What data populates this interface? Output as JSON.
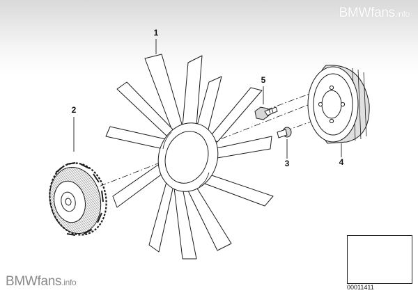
{
  "watermark": {
    "top_main": "BMWfans",
    "top_suffix": ".info",
    "bottom_main": "BMWfans",
    "bottom_suffix": ".info"
  },
  "callouts": {
    "fan": "1",
    "clutch": "2",
    "bolt": "3",
    "pulley": "4",
    "hex_bolt": "5"
  },
  "thumbnail": {
    "part_number": "00011411"
  },
  "colors": {
    "line": "#1a1a1a",
    "fill": "#ffffff",
    "shade": "#cfcfcf"
  }
}
